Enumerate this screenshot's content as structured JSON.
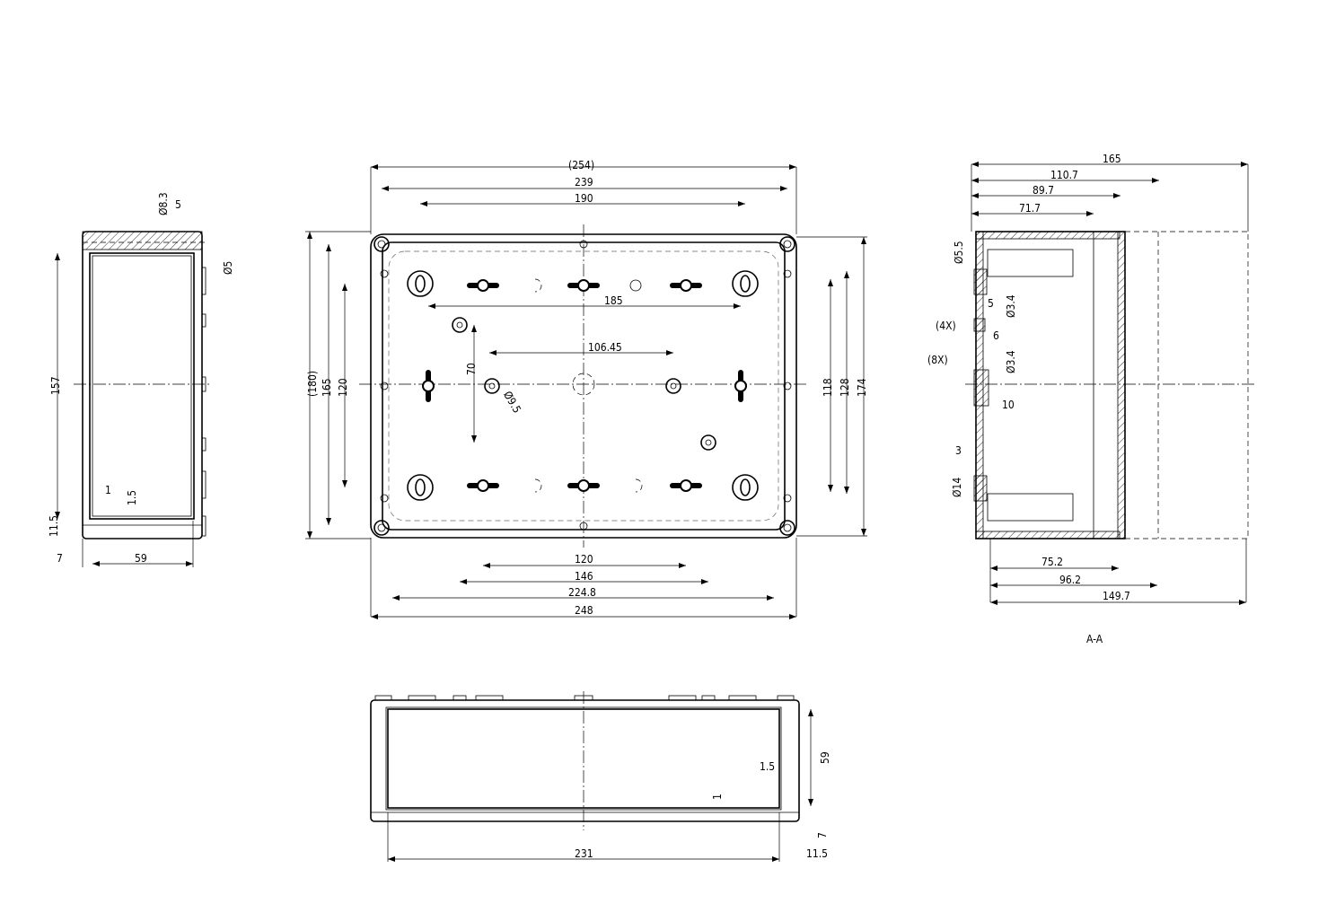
{
  "side_view": {
    "dims": {
      "d8_3": "Ø8.3",
      "five": "5",
      "d5": "Ø5",
      "h157": "157",
      "one": "1",
      "one_five": "1.5",
      "h11_5": "11.5",
      "seven": "7",
      "w59": "59"
    }
  },
  "front_view": {
    "dims": {
      "w254": "(254)",
      "w239": "239",
      "w190": "190",
      "w185": "185",
      "w106_45": "106.45",
      "h180": "(180)",
      "h165": "165",
      "h120": "120",
      "h70": "70",
      "d9_5": "Ø9.5",
      "h118": "118",
      "h128": "128",
      "h174": "174",
      "b120": "120",
      "b146": "146",
      "b224_8": "224.8",
      "b248": "248"
    }
  },
  "section_view": {
    "label": "A-A",
    "dims": {
      "w165": "165",
      "w110_7": "110.7",
      "w89_7": "89.7",
      "w71_7": "71.7",
      "d5_5": "Ø5.5",
      "five": "5",
      "d3_4a": "Ø3.4",
      "x4": "(4X)",
      "six": "6",
      "x8": "(8X)",
      "d3_4b": "Ø3.4",
      "ten": "10",
      "three": "3",
      "d14": "Ø14",
      "b75_2": "75.2",
      "b96_2": "96.2",
      "b149_7": "149.7"
    }
  },
  "bottom_view": {
    "dims": {
      "w231": "231",
      "h11_5": "11.5",
      "h59": "59",
      "h7": "7",
      "h1_5": "1.5",
      "h1": "1"
    }
  }
}
